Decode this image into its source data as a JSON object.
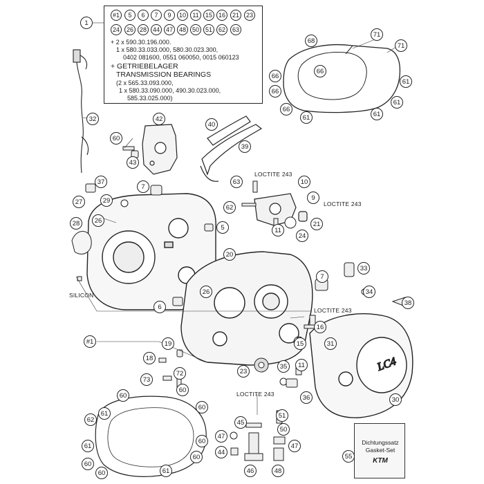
{
  "kit": {
    "main_part": "1",
    "circled_row1": [
      "#1",
      "5",
      "6",
      "7",
      "9",
      "10",
      "11",
      "15",
      "16",
      "21",
      "23"
    ],
    "circled_row2": [
      "24",
      "26",
      "28",
      "44",
      "47",
      "48",
      "50",
      "51",
      "62",
      "63"
    ],
    "line1": "+ 2 x 590.30.196.000.",
    "line2": "1 x 580.33.033.000, 580.30.023.300,",
    "line3": "0402 081600, 0551 060050, 0015 060123",
    "line4": "+ GETRIEBELAGER",
    "line5": "TRANSMISSION BEARINGS",
    "line6": "(2 x 565.33.093.000,",
    "line7": "1 x 580.33.090.000, 490.30.023.000,",
    "line8": "585.33.025.000)"
  },
  "notes": {
    "loctite_1": "LOCTITE 243",
    "loctite_2": "LOCTITE 243",
    "loctite_3": "LOCTITE 243",
    "loctite_4": "LOCTITE 243",
    "silicon": "SILICON"
  },
  "gasket_set": {
    "line1": "Dichtungssatz",
    "line2": "Gasket-Set",
    "logo": "KTM"
  },
  "callouts": {
    "c68": "68",
    "c71a": "71",
    "c71b": "71",
    "c66a": "66",
    "c66b": "66",
    "c66c": "66",
    "c66d": "66",
    "c61a": "61",
    "c61b": "61",
    "c61c": "61",
    "c32": "32",
    "c42": "42",
    "c40": "40",
    "c39": "39",
    "c60a": "60",
    "c43": "43",
    "c37": "37",
    "c27": "27",
    "c29": "29",
    "c7a": "7",
    "c63": "63",
    "c10": "10",
    "c9": "9",
    "c62a": "62",
    "c11a": "11",
    "c21": "21",
    "c24": "24",
    "c28": "28",
    "c26a": "26",
    "c5": "5",
    "c20": "20",
    "c26b": "26",
    "c6": "6",
    "c7b": "7",
    "c33": "33",
    "c34": "34",
    "c38": "38",
    "c16": "16",
    "c15": "15",
    "c31": "31",
    "c1b": "#1",
    "c19": "19",
    "c18": "18",
    "c72": "72",
    "c73": "73",
    "c23": "23",
    "c35": "35",
    "c11b": "11",
    "c36": "36",
    "c30": "30",
    "c60b": "60",
    "c60c": "60",
    "c60d": "60",
    "c60e": "60",
    "c60f": "60",
    "c60g": "60",
    "c60h": "60",
    "c61d": "61",
    "c61e": "61",
    "c61f": "61",
    "c62b": "62",
    "c45": "45",
    "c51": "51",
    "c47a": "47",
    "c47b": "47",
    "c50": "50",
    "c44": "44",
    "c46": "46",
    "c48": "48",
    "c55": "55"
  }
}
